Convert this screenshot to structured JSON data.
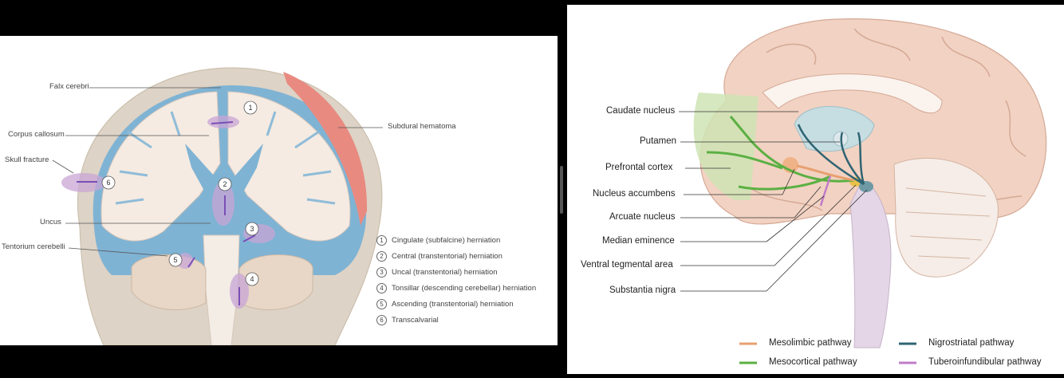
{
  "left": {
    "labels": {
      "falx": "Falx cerebri",
      "corpus": "Corpus callosum",
      "skull": "Skull fracture",
      "uncus": "Uncus",
      "tentorium": "Tentorium cerebelli",
      "subdural": "Subdural hematoma"
    },
    "legend": [
      {
        "num": "1",
        "text": "Cingulate (subfalcine) herniation"
      },
      {
        "num": "2",
        "text": "Central (transtentorial) herniation"
      },
      {
        "num": "3",
        "text": "Uncal (transtentorial) herniation"
      },
      {
        "num": "4",
        "text": "Tonsillar (descending cerebellar) herniation"
      },
      {
        "num": "5",
        "text": "Ascending (transtentorial) herniation"
      },
      {
        "num": "6",
        "text": "Transcalvarial"
      }
    ],
    "markers": [
      "1",
      "2",
      "3",
      "4",
      "5",
      "6"
    ]
  },
  "right": {
    "labels": {
      "caudate": "Caudate nucleus",
      "putamen": "Putamen",
      "prefrontal": "Prefrontal cortex",
      "accumbens": "Nucleus accumbens",
      "arcuate": "Arcuate nucleus",
      "median": "Median eminence",
      "vta": "Ventral tegmental area",
      "nigra": "Substantia nigra"
    },
    "pathways": {
      "mesolimbic": "Mesolimbic pathway",
      "mesocortical": "Mesocortical pathway",
      "nigrostriatal": "Nigrostriatal pathway",
      "tuberoinfundibular": "Tuberoinfundibular pathway"
    },
    "colors": {
      "mesolimbic": "#e8a070",
      "mesocortical": "#5bb043",
      "nigrostriatal": "#2f6473",
      "tuberoinfundibular": "#c07cc8"
    }
  }
}
